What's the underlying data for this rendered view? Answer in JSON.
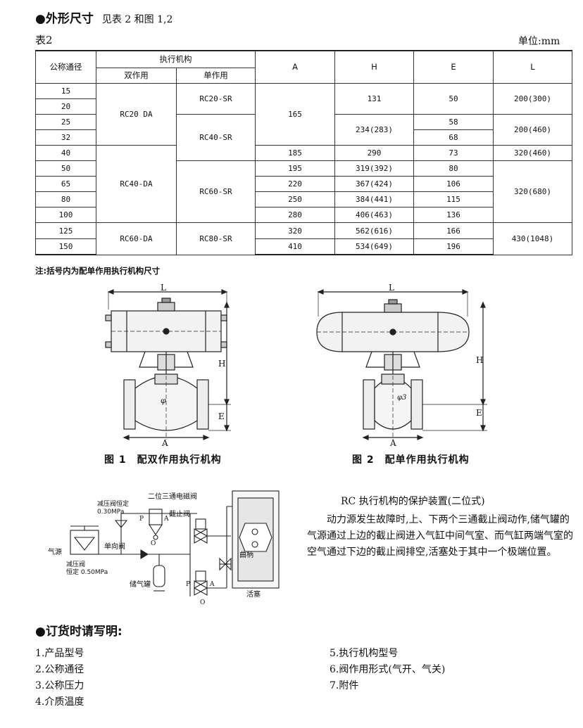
{
  "section_dims": {
    "title": "●外形尺寸",
    "ref": "见表 2 和图 1,2"
  },
  "table_label": "表2",
  "unit": "单位:mm",
  "table": {
    "headers": {
      "nominal": "公称通径",
      "actuator": "执行机构",
      "double": "双作用",
      "single": "单作用",
      "A": "A",
      "H": "H",
      "E": "E",
      "L": "L"
    },
    "dn": [
      "15",
      "20",
      "25",
      "32",
      "40",
      "50",
      "65",
      "80",
      "100",
      "125",
      "150"
    ],
    "double": [
      "RC20 DA",
      "RC40-DA",
      "RC60-DA"
    ],
    "single": [
      "RC20-SR",
      "RC40-SR",
      "RC60-SR",
      "RC80-SR"
    ],
    "A": [
      "165",
      "185",
      "195",
      "220",
      "250",
      "280",
      "320",
      "410"
    ],
    "H": [
      "131",
      "234(283)",
      "290",
      "319(392)",
      "367(424)",
      "384(441)",
      "406(463)",
      "562(616)",
      "534(649)"
    ],
    "E": [
      "50",
      "58",
      "68",
      "73",
      "80",
      "106",
      "115",
      "136",
      "166",
      "196"
    ],
    "L": [
      "200(300)",
      "200(460)",
      "320(460)",
      "320(680)",
      "430(1048)"
    ]
  },
  "note": "注:括号内为配单作用执行机构尺寸",
  "fig1": {
    "caption": "图 1　配双作用执行机构",
    "L": "L",
    "H": "H",
    "E": "E",
    "A": "A",
    "phi": "φ"
  },
  "fig2": {
    "caption": "图 2　配单作用执行机构",
    "L": "L",
    "H": "H",
    "E": "E",
    "A": "A",
    "phi": "φ3"
  },
  "schematic": {
    "air_source": "气源",
    "reducer1_a": "减压阀恒定",
    "reducer1_b": "0.30MPa",
    "reducer2_a": "减压阀",
    "reducer2_b": "恒定 0.50MPa",
    "check_valve": "单向阀",
    "solenoid": "二位三通电磁阀",
    "stop_valve": "截止阀",
    "tank": "储气罐",
    "crank": "曲柄",
    "piston": "活塞",
    "P": "P",
    "A": "A",
    "O": "O"
  },
  "protection": {
    "title": "RC 执行机构的保护装置(二位式)",
    "body": "动力源发生故障时,上、下两个三通截止阀动作,储气罐的气源通过上边的截止阀进入气缸中间气室、而气缸两端气室的空气通过下边的截止阀排空,活塞处于其中一个极端位置。"
  },
  "order": {
    "title": "●订货时请写明:",
    "left": [
      "1.产品型号",
      "2.公称通径",
      "3.公称压力",
      "4.介质温度"
    ],
    "right": [
      "5.执行机构型号",
      "6.阀作用形式(气开、气关)",
      "7.附件"
    ]
  }
}
